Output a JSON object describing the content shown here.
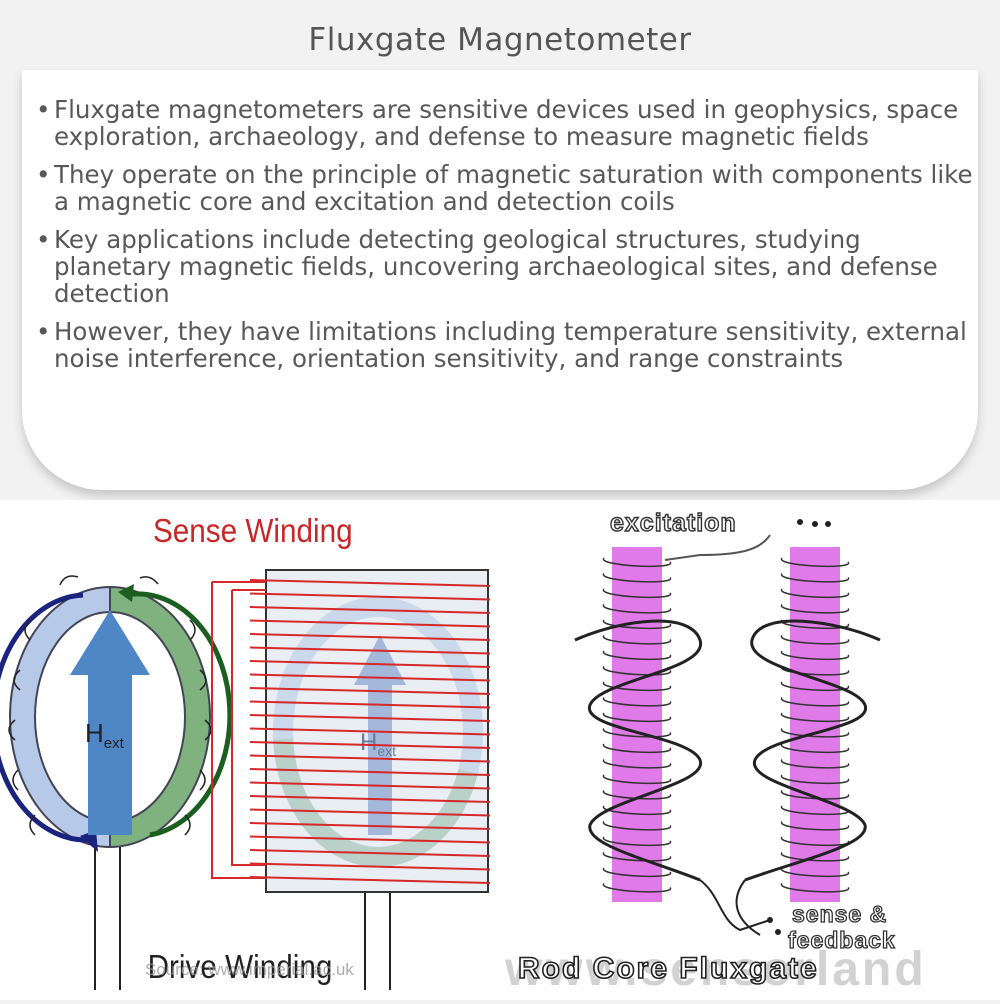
{
  "header": {
    "title": "Fluxgate Magnetometer"
  },
  "bullets": [
    "Fluxgate magnetometers are sensitive devices used in geophysics, space exploration, archaeology, and defense to measure magnetic fields",
    "They operate on the principle of magnetic saturation with components like a magnetic core and excitation and detection coils",
    "Key applications include detecting geological structures, studying planetary magnetic fields, uncovering archaeological sites, and defense detection",
    "However, they have limitations including temperature sensitivity, external noise interference, orientation sensitivity, and range constraints"
  ],
  "left_diagram": {
    "sense_label": "Sense Winding",
    "drive_label": "Drive Winding",
    "h_symbol": "H",
    "h_subscript": "ext",
    "source": "Source: www.imperial.ac.uk"
  },
  "right_diagram": {
    "excitation_label": "excitation",
    "sense_label_1": "sense &",
    "sense_label_2": "feedback",
    "caption": "Rod Core Fluxgate",
    "watermark": "www.sensorland"
  },
  "colors": {
    "sense_red": "#d62828",
    "core_magenta": "#e07ae8",
    "arrow_blue": "#4f86c6",
    "ring_green": "#5fa05f"
  }
}
